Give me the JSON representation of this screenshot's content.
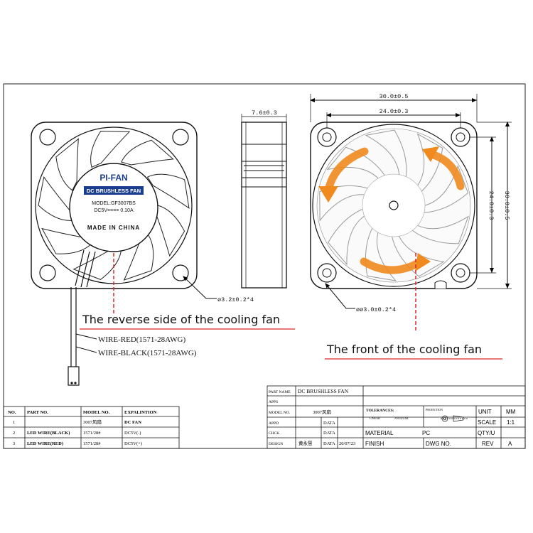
{
  "colors": {
    "arrow_orange": "#f08a1e",
    "red_underline": "#d9262b",
    "label_blue": "#1a3c8c"
  },
  "reverse_side": {
    "label_logo": "PI-FAN",
    "label_band": "DC BRUSHLESS FAN",
    "label_model": "MODEL:GF3007BS",
    "label_power": "DC5V==== 0.10A",
    "label_made": "MADE IN CHINA",
    "hole_dim": "ø3.2±0.2*4",
    "caption": "The reverse side of the cooling fan",
    "wire_red": "WIRE-RED(1571-28AWG)",
    "wire_black": "WIRE-BLACK(1571-28AWG)"
  },
  "side_view": {
    "thickness_dim": "7.6±0.3"
  },
  "front_side": {
    "dim_outer_width": "30.0±0.5",
    "dim_hole_width": "24.0±0.3",
    "dim_hole_height": "24.0±0.3",
    "dim_outer_height": "30.0±0.5",
    "hole_dim": "øø3.0±0.2*4",
    "caption": "The front of the cooling fan"
  },
  "parts_table": {
    "headers": [
      "NO.",
      "PART NO.",
      "MODEL NO.",
      "EXPALINTION"
    ],
    "rows": [
      [
        "1",
        "",
        "3007风扇",
        "DC FAN"
      ],
      [
        "2",
        "LED WIRE(BLACK)",
        "1571/28#",
        "DC5V(-)"
      ],
      [
        "3",
        "LED WIRE(RED)",
        "1571/28#",
        "DC5V(+)"
      ]
    ]
  },
  "title_block": {
    "part_name_label": "PART NAME",
    "part_name": "DC BRUSHLESS FAN",
    "apps_label": "APPS",
    "model_label": "MODEL NO.",
    "model": "3007风扇",
    "appd_label": "APPD",
    "appd_data": "DATA",
    "chck_label": "CHCK",
    "chck_data": "DATA",
    "dsgn_label": "DESIGN",
    "dsgn_name": "黄永慧",
    "dsgn_data": "DATA",
    "dsgn_date": "20/07/23",
    "tolerances": "TOLERANCES:",
    "tol_linear": "LINEAR",
    "tol_angular": "ANGULAR",
    "projection": "PROJECTION",
    "material_label": "MATERIAL",
    "material": "PC",
    "finish_label": "FINISH",
    "dwg_label": "DWG NO.",
    "unit_label": "UNIT",
    "unit": "MM",
    "scale_label": "SCALE",
    "scale": "1:1",
    "qty_label": "QTY/U",
    "qty": "",
    "rev_label": "REV",
    "rev": "A"
  }
}
